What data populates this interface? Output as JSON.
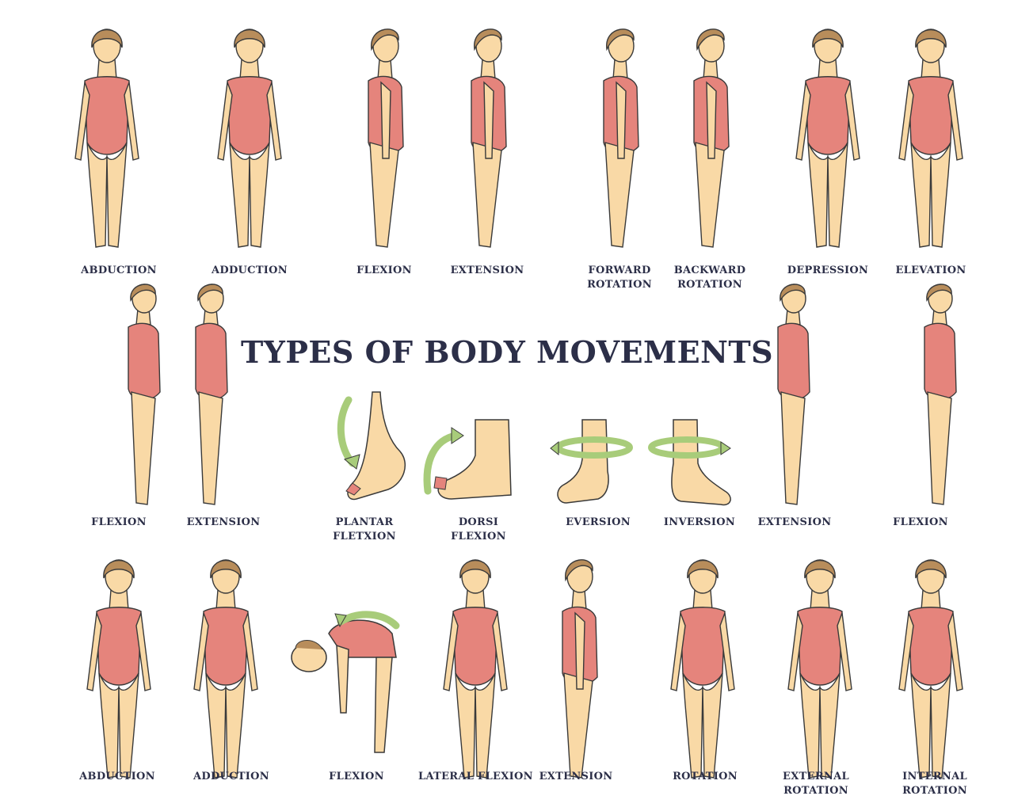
{
  "title": "TYPES OF BODY MOVEMENTS",
  "colors": {
    "skin": "#f9d9a6",
    "suit": "#e5847c",
    "hair": "#b88d5b",
    "arrow": "#a8cc7a",
    "outline": "#3a3a3a",
    "text": "#2c2f48"
  },
  "row1": [
    {
      "lines": [
        "ABDUCTION"
      ]
    },
    {
      "lines": [
        "ADDUCTION"
      ]
    },
    {
      "lines": [
        "FLEXION"
      ]
    },
    {
      "lines": [
        "EXTENSION"
      ]
    },
    {
      "lines": [
        "FORWARD",
        "ROTATION"
      ]
    },
    {
      "lines": [
        "BACKWARD",
        "ROTATION"
      ]
    },
    {
      "lines": [
        "DEPRESSION"
      ]
    },
    {
      "lines": [
        "ELEVATION"
      ]
    }
  ],
  "row2": [
    {
      "lines": [
        "FLEXION"
      ]
    },
    {
      "lines": [
        "EXTENSION"
      ]
    },
    {
      "lines": [
        "PLANTAR",
        "FLETXION"
      ]
    },
    {
      "lines": [
        "DORSI",
        "FLEXION"
      ]
    },
    {
      "lines": [
        "EVERSION"
      ]
    },
    {
      "lines": [
        "INVERSION"
      ]
    },
    {
      "lines": [
        "EXTENSION"
      ]
    },
    {
      "lines": [
        "FLEXION"
      ]
    }
  ],
  "row3": [
    {
      "lines": [
        "ABDUCTION"
      ]
    },
    {
      "lines": [
        "ADDUCTION"
      ]
    },
    {
      "lines": [
        "FLEXION"
      ]
    },
    {
      "lines": [
        "LATERAL FLEXION"
      ]
    },
    {
      "lines": [
        "EXTENSION"
      ]
    },
    {
      "lines": [
        "ROTATION"
      ]
    },
    {
      "lines": [
        "EXTERNAL",
        "ROTATION"
      ]
    },
    {
      "lines": [
        "INTERNAL",
        "ROTATION"
      ]
    }
  ]
}
